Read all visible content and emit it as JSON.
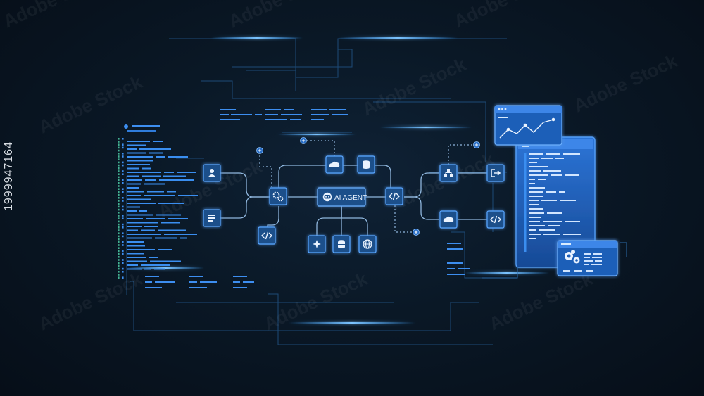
{
  "diagram": {
    "center_node_label": "AI AGENT"
  },
  "stock_id": "1999947164",
  "watermark": "Adobe Stock",
  "colors": {
    "background": "#0a1826",
    "node_fill": "#1b4f8a",
    "node_border": "#5aa6ff",
    "connector": "#8fb6dd",
    "screen_fill": "#1e5fb8",
    "screen_light": "#3d86e8",
    "code_line": "#3a8ef0",
    "circuit": "#1f4f7e"
  },
  "icons": [
    "user-icon",
    "document-icon",
    "gear-icon",
    "code-icon",
    "cloud-icon",
    "database-icon",
    "robot-icon",
    "sparkle-icon",
    "globe-icon",
    "hierarchy-icon",
    "exit-icon",
    "plus-icon",
    "chart-icon"
  ]
}
